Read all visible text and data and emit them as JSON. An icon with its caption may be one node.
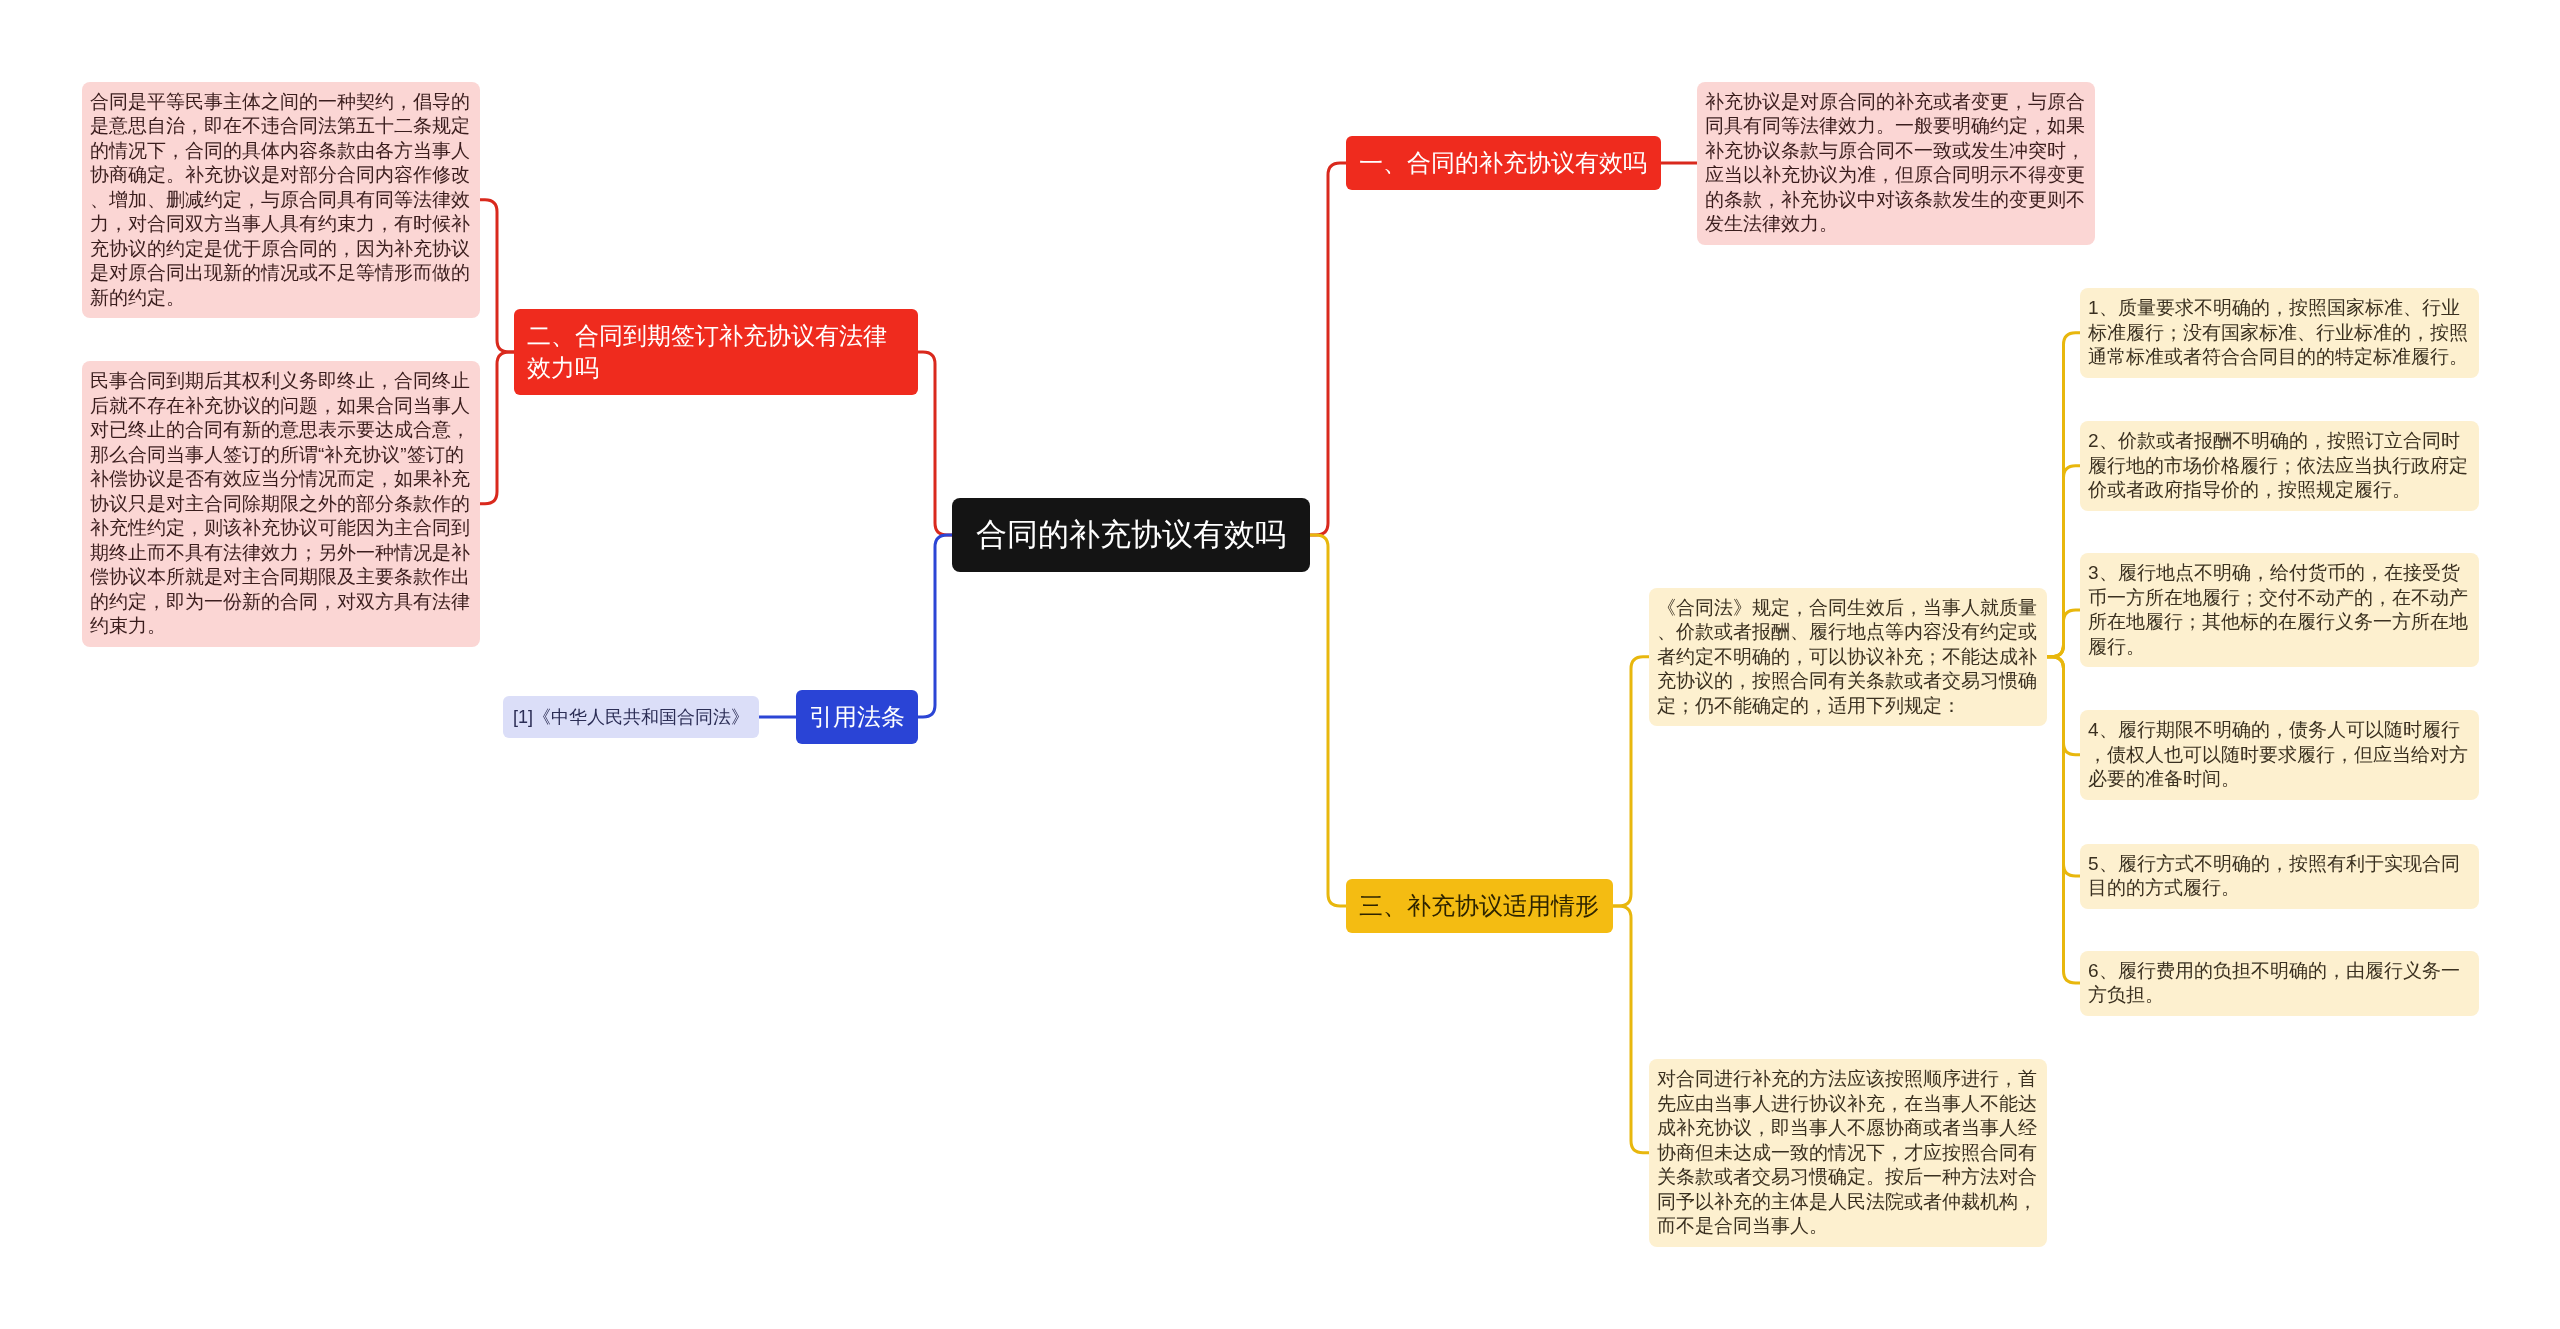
{
  "diagram": {
    "nodes": [
      {
        "text": [
          "合同的补充协议有效吗"
        ]
      },
      {
        "text": [
          "一、合同的补充协议有效吗"
        ]
      },
      {
        "text": [
          "补充协议是对原合同的补充或者变更，与原合同具有同等法律效力。一般要明确约定，如果补充协议条款与原合同不一致或发生冲突时，应当以补充协议为准，但原合同明示不得变更的条款，补充协议中对该条款发生的变更则不发生法律效力。"
        ]
      },
      {
        "text": [
          "二、合同到期签订补充协议有法律效力吗"
        ]
      },
      {
        "text": [
          "合同是平等民事主体之间的一种契约，倡导的是意思自治，即在不违合同法第五十二条规定的情况下，合同的具体内容条款由各方当事人协商确定。补充协议是对部分合同内容作修改、增加、删减约定，与原合同具有同等法律效力，对合同双方当事人具有约束力，有时候补充协议的约定是优于原合同的，因为补充协议是对原合同出现新的情况或不足等情形而做的新的约定。"
        ]
      },
      {
        "text": [
          "民事合同到期后其权利义务即终止，合同终止后就不存在补充协议的问题，如果合同当事人对已终止的合同有新的意思表示要达成合意，那么合同当事人签订的所谓“补充协议”签订的补偿协议是否有效应当分情况而定，如果补充协议只是对主合同除期限之外的部分条款作的补充性约定，则该补充协议可能因为主合同到期终止而不具有法律效力；另外一种情况是补偿协议本所就是对主合同期限及主要条款作出的约定，即为一份新的合同，对双方具有法律约束力。"
        ]
      },
      {
        "text": [
          "引用法条"
        ]
      },
      {
        "text": [
          "[1]《中华人民共和国合同法》"
        ]
      },
      {
        "text": [
          "三、补充协议适用情形"
        ]
      },
      {
        "text": [
          "《合同法》规定，合同生效后，当事人就质量、价款或者报酬、履行地点等内容没有约定或者约定不明确的，可以协议补充；不能达成补充协议的，按照合同有关条款或者交易习惯确定；仍不能确定的，适用下列规定："
        ]
      },
      {
        "text": [
          "1、质量要求不明确的，按照国家标准、行业标准履行；没有国家标准、行业标准的，按照通常标准或者符合合同目的的特定标准履行。"
        ]
      },
      {
        "text": [
          "2、价款或者报酬不明确的，按照订立合同时履行地的市场价格履行；依法应当执行政府定价或者政府指导价的，按照规定履行。"
        ]
      },
      {
        "text": [
          "3、履行地点不明确，给付货币的，在接受货币一方所在地履行；交付不动产的，在不动产所在地履行；其他标的在履行义务一方所在地履行。"
        ]
      },
      {
        "text": [
          "4、履行期限不明确的，债务人可以随时履行，债权人也可以随时要求履行，但应当给对方必要的准备时间。"
        ]
      },
      {
        "text": [
          "5、履行方式不明确的，按照有利于实现合同目的的方式履行。"
        ]
      },
      {
        "text": [
          "6、履行费用的负担不明确的，由履行义务一方负担。"
        ]
      },
      {
        "text": [
          "对合同进行补充的方法应该按照顺序进行，首先应由当事人进行协议补充，在当事人不能达成补充协议，即当事人不愿协商或者当事人经协商但未达成一致的情况下，才应按照合同有关条款或者交易习惯确定。按后一种方法对合同予以补充的主体是人民法院或者仲裁机构，而不是合同当事人。"
        ]
      }
    ],
    "edges": [
      {
        "from": 0,
        "to": 1,
        "arrow": "none",
        "color": "#d9291d"
      },
      {
        "from": 1,
        "to": 2,
        "arrow": "none",
        "color": "#d9291d"
      },
      {
        "from": 0,
        "to": 3,
        "arrow": "none",
        "color": "#d9291d"
      },
      {
        "from": 3,
        "to": 4,
        "arrow": "none",
        "color": "#d9291d"
      },
      {
        "from": 3,
        "to": 5,
        "arrow": "none",
        "color": "#d9291d"
      },
      {
        "from": 0,
        "to": 6,
        "arrow": "none",
        "color": "#2b45d5"
      },
      {
        "from": 6,
        "to": 7,
        "arrow": "none",
        "color": "#2b45d5"
      },
      {
        "from": 0,
        "to": 8,
        "arrow": "none"
      },
      {
        "from": 8,
        "to": 9,
        "arrow": "none"
      },
      {
        "from": 9,
        "to": 10,
        "arrow": "none"
      },
      {
        "from": 9,
        "to": 11,
        "arrow": "none"
      },
      {
        "from": 9,
        "to": 12,
        "arrow": "none"
      },
      {
        "from": 9,
        "to": 13,
        "arrow": "none"
      },
      {
        "from": 9,
        "to": 14,
        "arrow": "none"
      },
      {
        "from": 9,
        "to": 15,
        "arrow": "none"
      },
      {
        "from": 8,
        "to": 16,
        "arrow": "none"
      }
    ]
  }
}
